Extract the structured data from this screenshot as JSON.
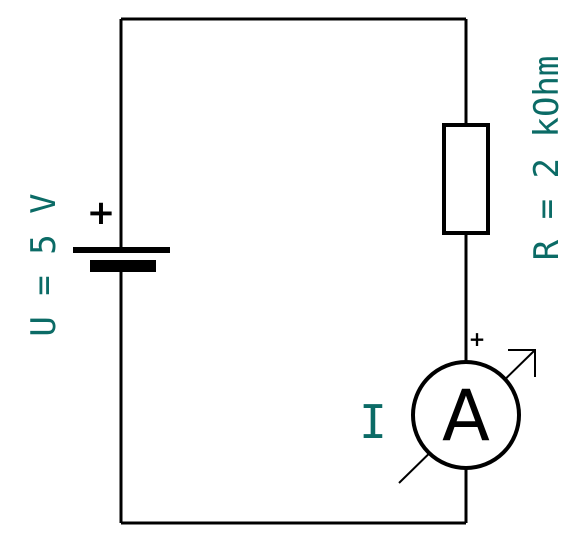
{
  "battery": {
    "label": "U = 5 V",
    "polarity": "+"
  },
  "resistor": {
    "label": "R = 2 kOhm"
  },
  "ammeter": {
    "symbol": "A",
    "polarity": "+",
    "current_label": "I"
  },
  "colors": {
    "wire": "#000000",
    "label": "#0b6b66"
  }
}
